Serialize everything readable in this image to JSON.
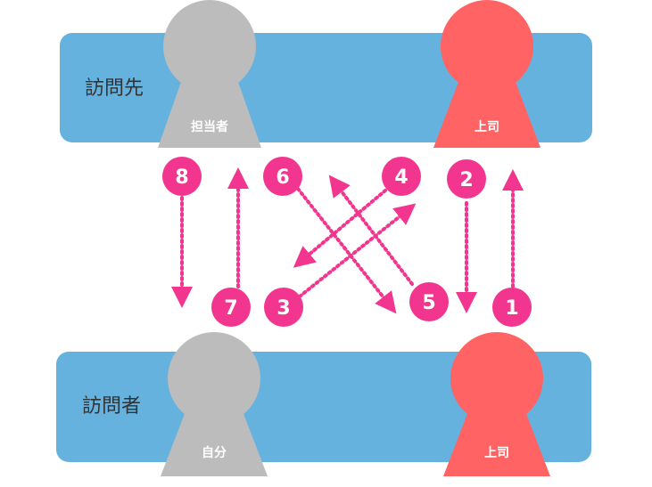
{
  "colors": {
    "band": "#66b2df",
    "host": "#bcbcbc",
    "boss": "#ff6363",
    "step": "#f2368f",
    "arrow": "#f2368f"
  },
  "top_band": {
    "label": "訪問先",
    "person_left": "担当者",
    "person_right": "上司"
  },
  "bottom_band": {
    "label": "訪問者",
    "person_left": "自分",
    "person_right": "上司"
  },
  "steps": {
    "s1": "1",
    "s2": "2",
    "s3": "3",
    "s4": "4",
    "s5": "5",
    "s6": "6",
    "s7": "7",
    "s8": "8"
  }
}
